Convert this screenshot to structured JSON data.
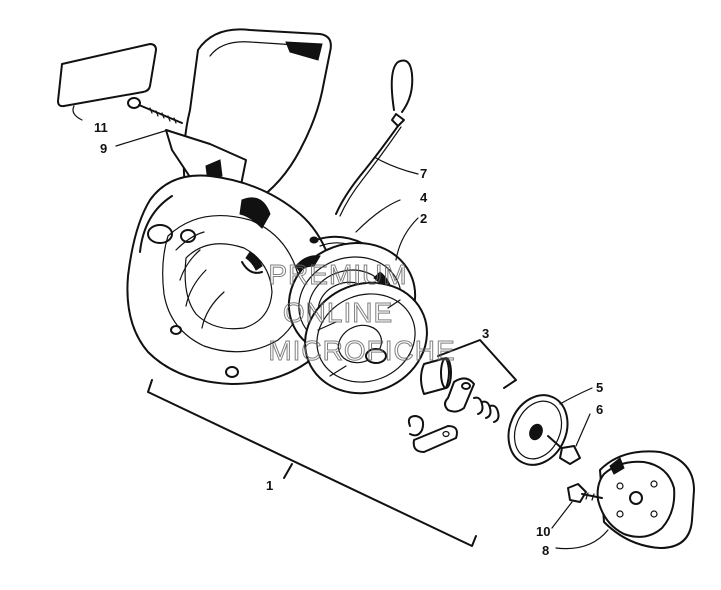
{
  "watermark": {
    "line1": "PREMIUM",
    "line2": "ONLINE",
    "line3": "MICROFICHE"
  },
  "callouts": {
    "c1": "1",
    "c2": "2",
    "c3": "3",
    "c4": "4",
    "c5": "5",
    "c6": "6",
    "c7": "7",
    "c8": "8",
    "c9": "9",
    "c10": "10",
    "c11": "11"
  }
}
